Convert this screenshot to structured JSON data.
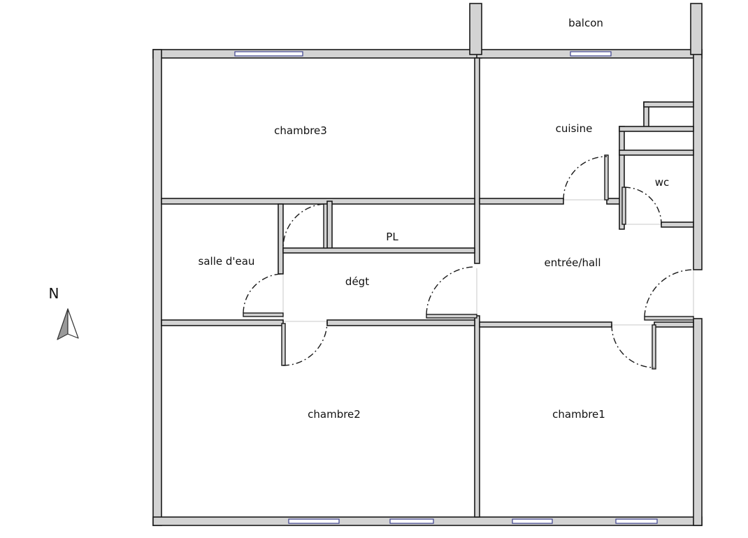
{
  "rooms": {
    "balcon": "balcon",
    "chambre3": "chambre3",
    "cuisine": "cuisine",
    "wc": "wc",
    "pl": "PL",
    "salle_eau": "salle d'eau",
    "degt": "dégt",
    "entree_hall": "entrée/hall",
    "chambre2": "chambre2",
    "chambre1": "chambre1"
  },
  "north": {
    "label": "N"
  },
  "colors": {
    "wall_fill": "#d3d3d3",
    "wall_outline": "#1a1a1a",
    "window_line": "#3b3f8c",
    "background": "#ffffff"
  }
}
